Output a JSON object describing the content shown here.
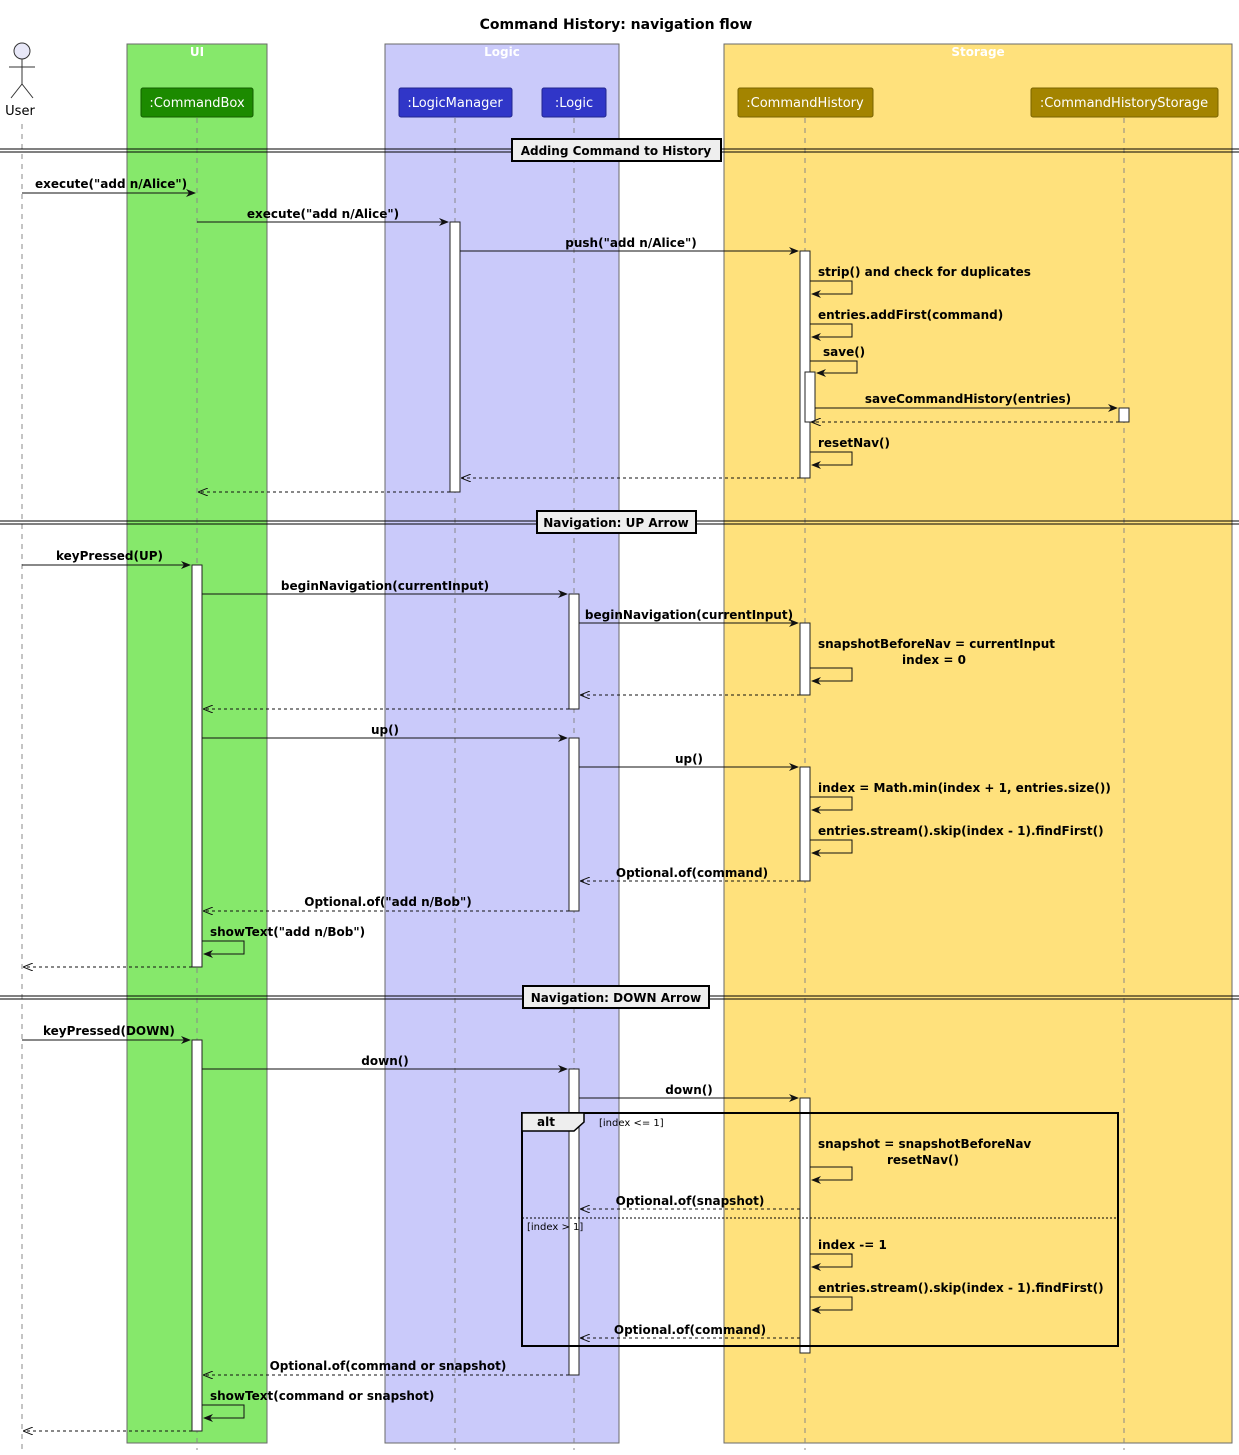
{
  "title": "Command History: navigation flow",
  "boxes": [
    {
      "id": "ui",
      "label": "UI",
      "color": "#86e86b"
    },
    {
      "id": "logic",
      "label": "Logic",
      "color": "#cacafa"
    },
    {
      "id": "storage",
      "label": "Storage",
      "color": "#ffe17c"
    }
  ],
  "actor": {
    "label": "User"
  },
  "participants": [
    {
      "id": "commandbox",
      "label": ":CommandBox",
      "color": "#1c8a00"
    },
    {
      "id": "logicmanager",
      "label": ":LogicManager",
      "color": "#3036c8"
    },
    {
      "id": "logic",
      "label": ":Logic",
      "color": "#3036c8"
    },
    {
      "id": "commandhistory",
      "label": ":CommandHistory",
      "color": "#a38400"
    },
    {
      "id": "commandhistorystorage",
      "label": ":CommandHistoryStorage",
      "color": "#a38400"
    }
  ],
  "sections": [
    "Adding Command to History",
    "Navigation: UP Arrow",
    "Navigation: DOWN Arrow"
  ],
  "messages": {
    "m1": "execute(\"add n/Alice\")",
    "m2": "execute(\"add n/Alice\")",
    "m3": "push(\"add n/Alice\")",
    "m4": "strip() and check for duplicates",
    "m5": "entries.addFirst(command)",
    "m6": "save()",
    "m7": "saveCommandHistory(entries)",
    "m8": "resetNav()",
    "m9": "keyPressed(UP)",
    "m10": "beginNavigation(currentInput)",
    "m11": "beginNavigation(currentInput)",
    "m12a": "snapshotBeforeNav = currentInput",
    "m12b": "index = 0",
    "m13": "up()",
    "m14": "up()",
    "m15": "index = Math.min(index + 1, entries.size())",
    "m16": "entries.stream().skip(index - 1).findFirst()",
    "m17": "Optional.of(command)",
    "m18": "Optional.of(\"add n/Bob\")",
    "m19": "showText(\"add n/Bob\")",
    "m20": "keyPressed(DOWN)",
    "m21": "down()",
    "m22": "down()",
    "m23a": "snapshot = snapshotBeforeNav",
    "m23b": "resetNav()",
    "m24": "Optional.of(snapshot)",
    "m25": "index -= 1",
    "m26": "entries.stream().skip(index - 1).findFirst()",
    "m27": "Optional.of(command)",
    "m28": "Optional.of(command or snapshot)",
    "m29": "showText(command or snapshot)"
  },
  "alt": {
    "keyword": "alt",
    "guard1": "[index <= 1]",
    "guard2": "[index > 1]"
  }
}
